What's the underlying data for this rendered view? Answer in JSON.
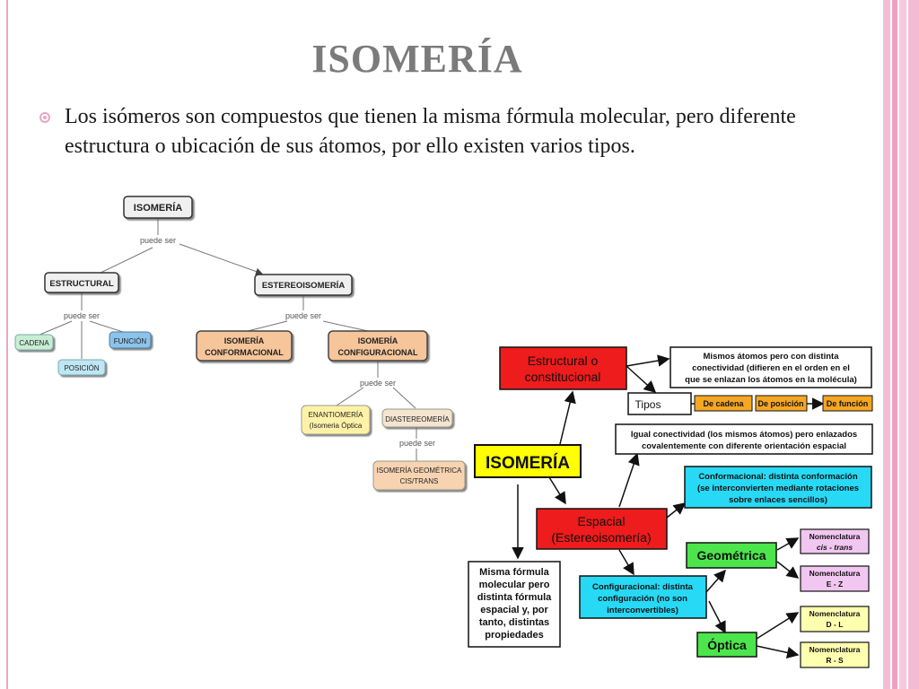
{
  "slide": {
    "title": "ISOMERÍA",
    "bullet": "Los isómeros son compuestos que tienen la misma fórmula molecular, pero diferente estructura o ubicación de sus átomos, por ello existen varios tipos."
  },
  "map1": {
    "root": "ISOMERÍA",
    "link_root": "puede ser",
    "estructural": "ESTRUCTURAL",
    "estereo": "ESTEREOISOMERÍA",
    "link_estructural": "puede ser",
    "cadena": "CADENA",
    "posicion": "POSICIÓN",
    "funcion": "FUNCIÓN",
    "link_estereo": "puede ser",
    "conformacional": [
      "ISOMERÍA",
      "CONFORMACIONAL"
    ],
    "configuracional": [
      "ISOMERÍA",
      "CONFIGURACIONAL"
    ],
    "link_config": "puede ser",
    "enantiomeria": [
      "ENANTIOMERÍA",
      "(Isomeria Óptica"
    ],
    "diastereomeria": "DIASTEREOMERÍA",
    "link_diastereo": "puede ser",
    "geometrica": [
      "ISOMERÍA GEOMÉTRICA",
      "CIS/TRANS"
    ]
  },
  "map2": {
    "isomeria": "ISOMERÍA",
    "estructural": [
      "Estructural o",
      "constitucional"
    ],
    "estructural_desc": [
      "Mismos átomos pero con distinta",
      "conectividad (difieren en el orden en el",
      "que se enlazan los átomos en la molécula)"
    ],
    "tipos": "Tipos",
    "tipo_cadena": "De cadena",
    "tipo_posicion": "De posición",
    "tipo_funcion": "De función",
    "igual_conectividad": [
      "Igual conectividad (los mismos átomos) pero enlazados",
      "covalentemente con diferente orientación espacial"
    ],
    "conformacional": [
      "Conformacional: distinta conformación",
      "(se interconvierten mediante rotaciones",
      "sobre enlaces sencillos)"
    ],
    "espacial": [
      "Espacial",
      "(Estereoisomería)"
    ],
    "misma_formula": [
      "Misma fórmula",
      "molecular pero",
      "distinta fórmula",
      "espacial y, por",
      "tanto, distintas",
      "propiedades"
    ],
    "configuracional": [
      "Configuracional: distinta",
      "configuración (no son",
      "interconvertibles)"
    ],
    "geometrica": "Geométrica",
    "optica": "Óptica",
    "nom_cis_trans": [
      "Nomenclatura",
      "cis - trans"
    ],
    "nom_e_z": [
      "Nomenclatura",
      "E - Z"
    ],
    "nom_d_l": [
      "Nomenclatura",
      "D - L"
    ],
    "nom_r_s": [
      "Nomenclatura",
      "R - S"
    ]
  },
  "colors": {
    "title": "#7b7b7b",
    "accent_pink": "#e8a6c4",
    "box_red": "#ee1c1c",
    "box_yellow": "#ffff00",
    "box_cyan": "#27d9f5",
    "box_green": "#4ce54c",
    "box_orange": "#f5a623",
    "box_pink": "#f1c6f0",
    "box_lightyellow": "#ffffb0"
  }
}
